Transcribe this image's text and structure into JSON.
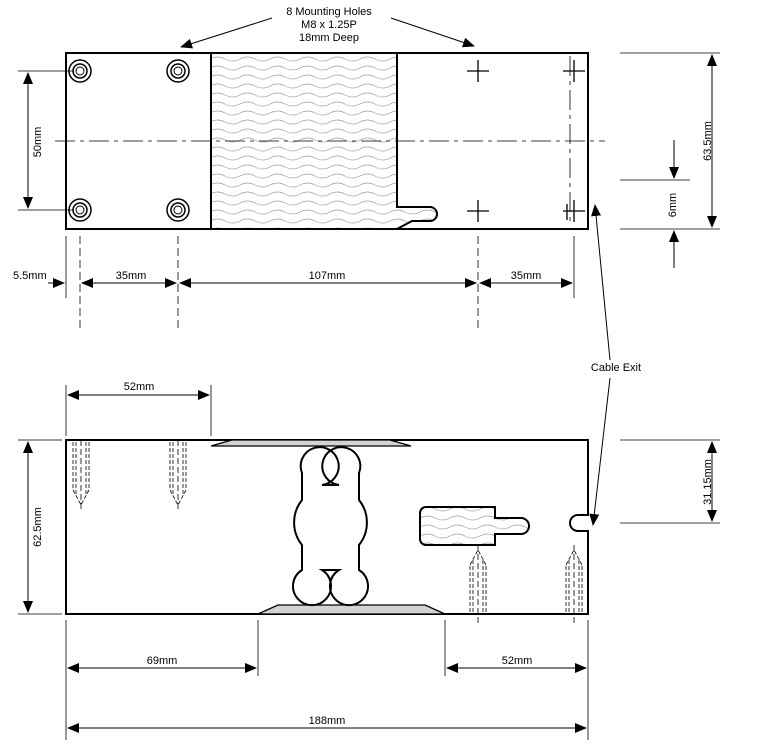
{
  "callouts": {
    "mounting_line1": "8 Mounting Holes",
    "mounting_line2": "M8 x 1.25P",
    "mounting_line3": "18mm Deep",
    "cable_exit": "Cable Exit"
  },
  "top_view": {
    "dims": {
      "height": "50mm",
      "overall_height": "63.5mm",
      "offset": "6mm",
      "edge": "5.5mm",
      "left_spacing": "35mm",
      "center_spacing": "107mm",
      "right_spacing": "35mm"
    }
  },
  "side_view": {
    "dims": {
      "top_spacing": "52mm",
      "height": "62.5mm",
      "cable_height": "31.15mm",
      "left_offset": "69mm",
      "right_spacing": "52mm",
      "overall_length": "188mm"
    }
  }
}
